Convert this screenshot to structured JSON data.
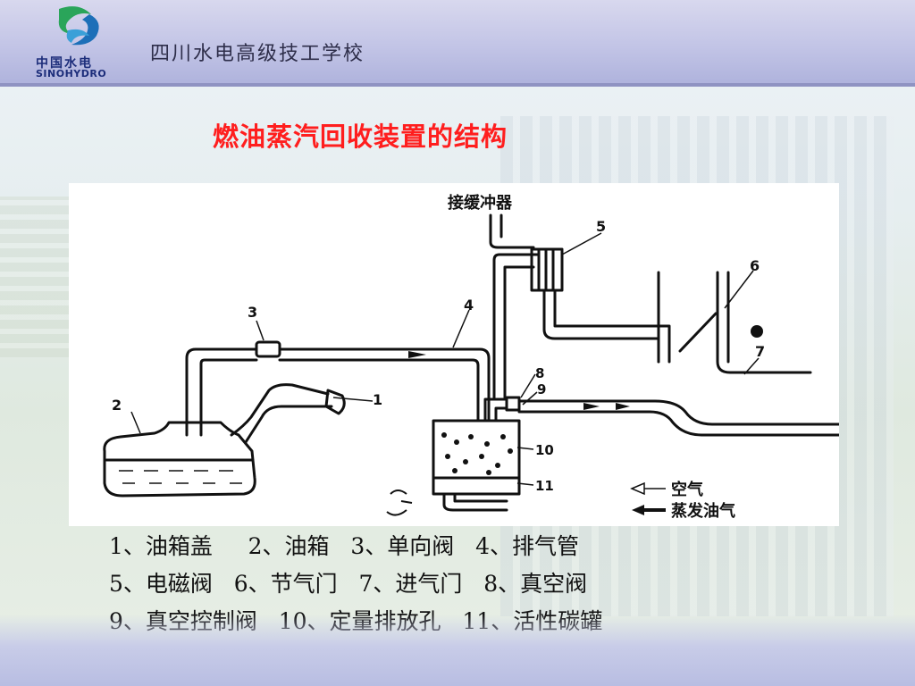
{
  "header": {
    "logo_cn": "中国水电",
    "logo_en": "SINOHYDRO",
    "school_name": "四川水电高级技工学校"
  },
  "slide": {
    "title": "燃油蒸汽回收装置的结构"
  },
  "diagram": {
    "top_label": "接缓冲器",
    "part_numbers": [
      "1",
      "2",
      "3",
      "4",
      "5",
      "6",
      "7",
      "8",
      "9",
      "10",
      "11"
    ],
    "legend_air": "空气",
    "legend_vapor": "蒸发油气"
  },
  "legend": {
    "line1": "1、油箱盖     2、油箱   3、单向阀   4、排气管",
    "line2": "5、电磁阀   6、节气门   7、进气门   8、真空阀",
    "line3": "9、真空控制阀   10、定量排放孔   11、活性碳罐"
  },
  "colors": {
    "title": "#ff1e1e",
    "header_band": "#c2c4e6",
    "logo_blue": "#1c2d7a",
    "logo_green": "#2aa55a"
  }
}
